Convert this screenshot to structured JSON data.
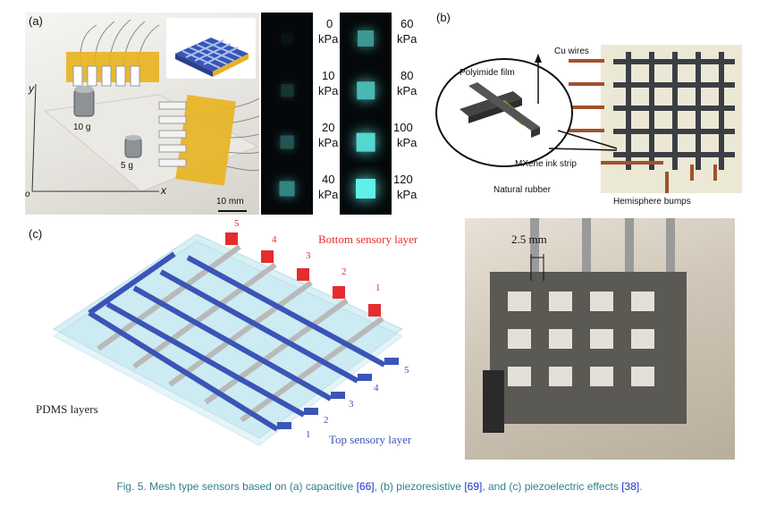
{
  "panels": {
    "a": {
      "label": "(a)",
      "axis": {
        "y": "y",
        "x": "x",
        "origin": "o"
      },
      "weights": [
        "10 g",
        "5 g"
      ],
      "scale": "10 mm",
      "pressure_cells": [
        {
          "value": "0",
          "unit": "kPa",
          "intensity": 0.0
        },
        {
          "value": "10",
          "unit": "kPa",
          "intensity": 0.15
        },
        {
          "value": "20",
          "unit": "kPa",
          "intensity": 0.3
        },
        {
          "value": "40",
          "unit": "kPa",
          "intensity": 0.5
        },
        {
          "value": "60",
          "unit": "kPa",
          "intensity": 0.6
        },
        {
          "value": "80",
          "unit": "kPa",
          "intensity": 0.75
        },
        {
          "value": "100",
          "unit": "kPa",
          "intensity": 0.88
        },
        {
          "value": "120",
          "unit": "kPa",
          "intensity": 1.0
        }
      ]
    },
    "b": {
      "label": "(b)",
      "labels": {
        "cu_wires": "Cu wires",
        "polyimide": "Polyimide film",
        "mxene": "MXene ink strip",
        "rubber": "Natural rubber",
        "bumps": "Hemisphere bumps"
      }
    },
    "c": {
      "label": "(c)",
      "bottom_layer": "Bottom sensory layer",
      "top_layer": "Top sensory layer",
      "pdms": "PDMS layers",
      "red_numbers": [
        "5",
        "4",
        "3",
        "2",
        "1"
      ],
      "blue_numbers": [
        "5",
        "4",
        "3",
        "2",
        "1"
      ],
      "dimension": "2.5 mm"
    }
  },
  "caption": {
    "prefix": "Fig. 5.  Mesh type sensors based on ",
    "a": "(a)",
    "a_text": " capacitive ",
    "ref_a": "[66]",
    "sep1": ", ",
    "b": "(b)",
    "b_text": " piezoresistive ",
    "ref_b": "[69]",
    "sep2": ", and ",
    "c": "(c)",
    "c_text": " piezoelectric effects ",
    "ref_c": "[38]",
    "end": "."
  },
  "colors": {
    "kapton": "#e8b21e",
    "blue_electrode": "#3a55b6",
    "red_electrode": "#e52d2d",
    "gray_electrode": "#b9b9b9",
    "pdms": "#bfe6ef",
    "glow": "#5ff0e8",
    "cu": "#a0522d",
    "grid_dark": "#3b3f44"
  }
}
